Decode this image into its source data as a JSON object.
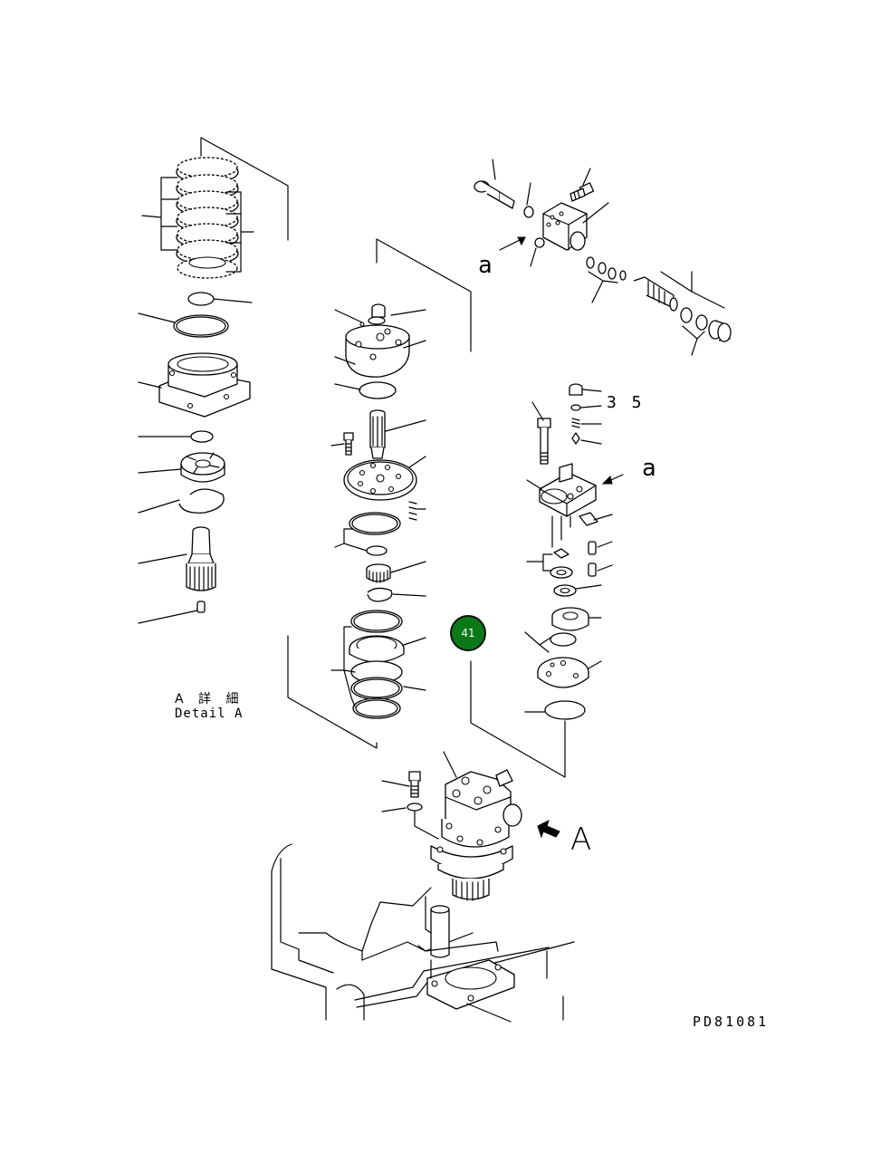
{
  "labels": {
    "a_top": "a",
    "item_35": "3 5",
    "a_right": "a",
    "view_arrow": "A",
    "detail_jp": "A 詳 細",
    "detail_en": "Detail A",
    "drawing_number": "PD81081"
  },
  "callouts": [
    {
      "number": "41",
      "color": "#0a7a18"
    }
  ]
}
